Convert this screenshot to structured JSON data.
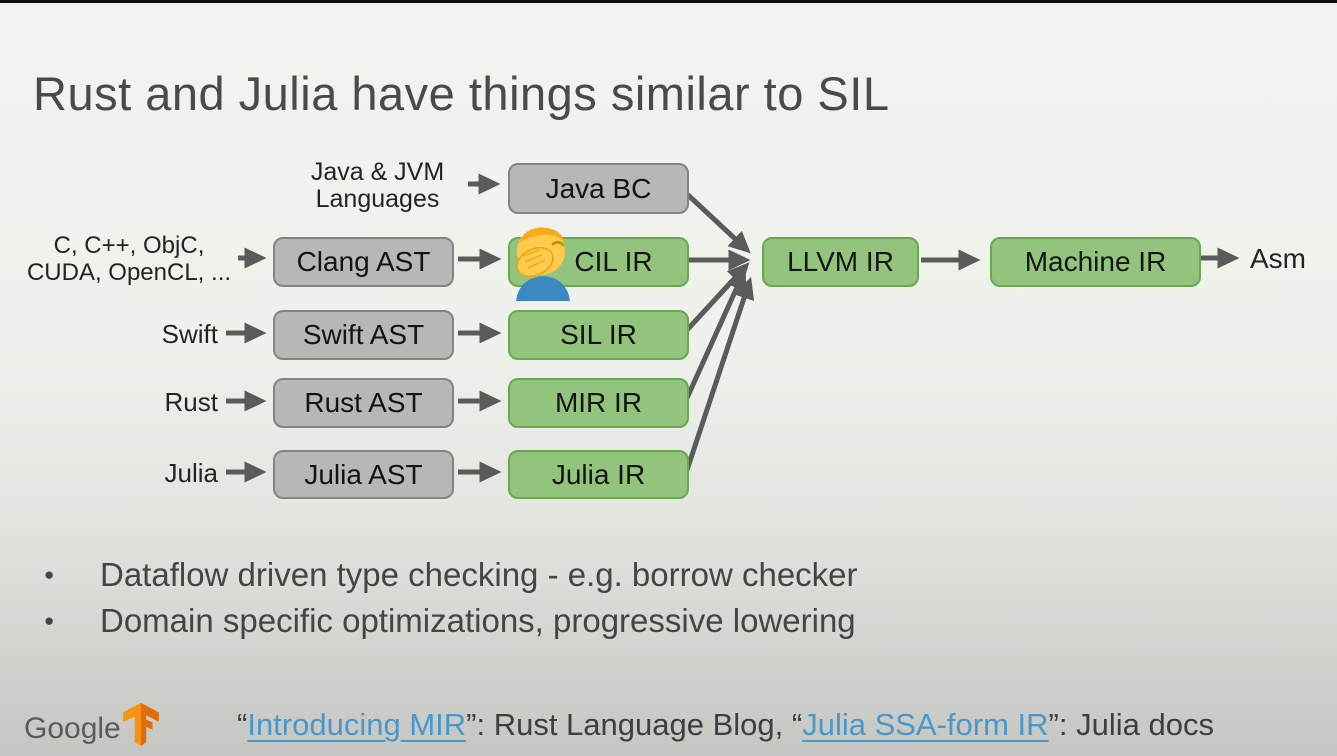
{
  "title": "Rust and Julia have things similar to SIL",
  "diagram": {
    "sources": {
      "java": "Java & JVM\nLanguages",
      "c": "C, C++, ObjC,\nCUDA, OpenCL, ...",
      "swift": "Swift",
      "rust": "Rust",
      "julia": "Julia"
    },
    "ast_nodes": {
      "java_bc": "Java BC",
      "clang_ast": "Clang AST",
      "swift_ast": "Swift AST",
      "rust_ast": "Rust AST",
      "julia_ast": "Julia AST"
    },
    "ir_nodes": {
      "cil_ir": "CIL IR",
      "sil_ir": "SIL IR",
      "mir_ir": "MIR IR",
      "julia_ir": "Julia IR",
      "llvm_ir": "LLVM IR",
      "machine_ir": "Machine IR"
    },
    "output_label": "Asm",
    "emoji_icon": "facepalm-emoji",
    "colors": {
      "ir_fill": "#93c47d",
      "ir_border": "#6aa84f",
      "ast_fill": "#b7b7b7",
      "ast_border": "#848484",
      "arrow": "#5b5b5b"
    }
  },
  "bullet_glyph": "●",
  "bullets": [
    "Dataflow driven type checking - e.g. borrow checker",
    "Domain specific optimizations, progressive lowering"
  ],
  "footer": {
    "brand": "Google",
    "tf_logo_icon": "tensorflow-logo",
    "citation": {
      "q1_open": "“",
      "link1": "Introducing MIR",
      "mid": "”: Rust Language Blog, “",
      "link2": "Julia SSA-form IR",
      "suffix": "”: Julia docs",
      "link_color": "#4a98cb"
    }
  }
}
